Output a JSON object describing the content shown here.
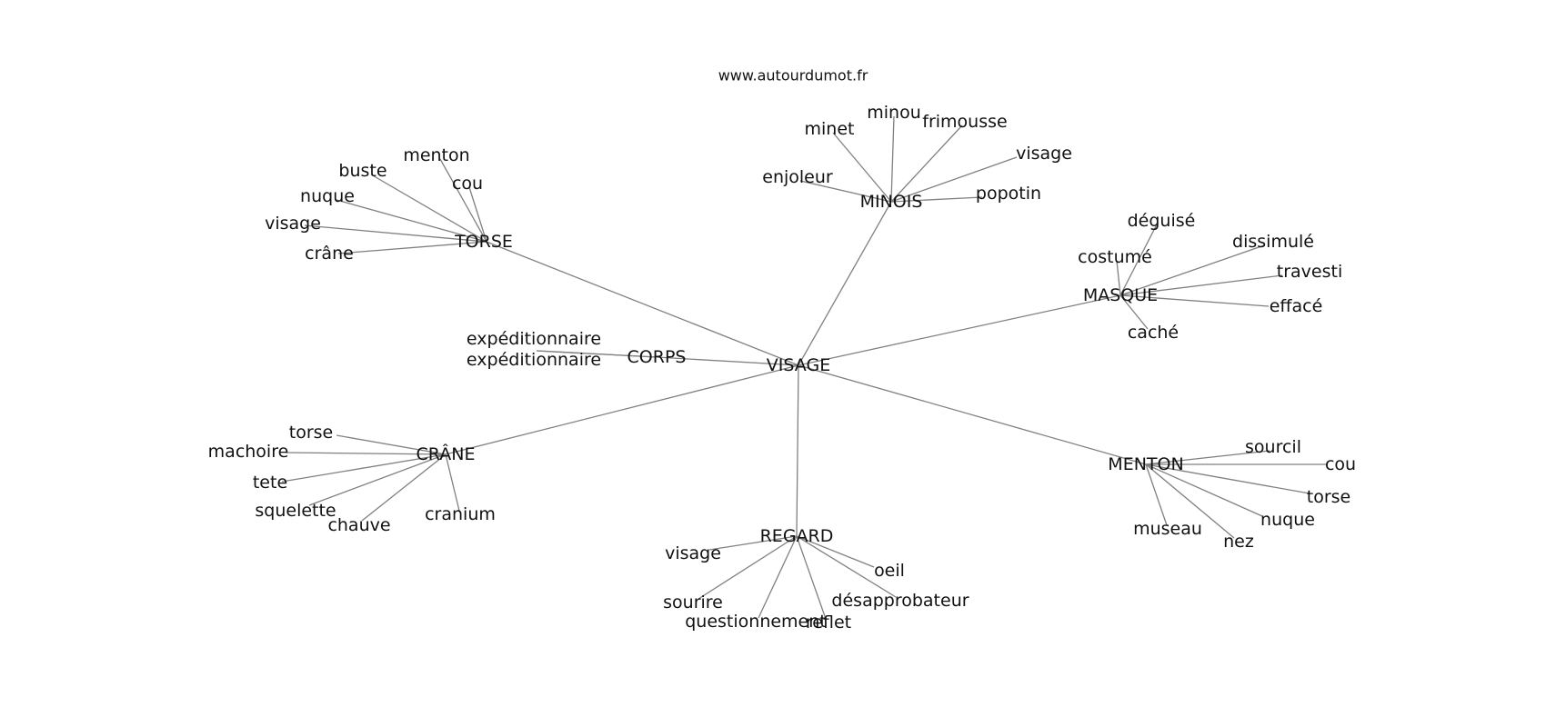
{
  "source": "www.autourdumot.fr",
  "center": "VISAGE",
  "clusters": [
    {
      "hub": "TORSE",
      "words": [
        "menton",
        "buste",
        "cou",
        "nuque",
        "visage",
        "crâne"
      ]
    },
    {
      "hub": "MINOIS",
      "words": [
        "minou",
        "minet",
        "frimousse",
        "visage",
        "enjoleur",
        "popotin"
      ]
    },
    {
      "hub": "MASQUE",
      "words": [
        "déguisé",
        "dissimulé",
        "costumé",
        "travesti",
        "effacé",
        "caché"
      ]
    },
    {
      "hub": "CORPS",
      "words": [
        "expéditionnaire",
        "expéditionnaire"
      ]
    },
    {
      "hub": "CRÂNE",
      "words": [
        "torse",
        "machoire",
        "tete",
        "squelette",
        "chauve",
        "cranium"
      ]
    },
    {
      "hub": "MENTON",
      "words": [
        "sourcil",
        "cou",
        "torse",
        "nuque",
        "museau",
        "nez"
      ]
    },
    {
      "hub": "REGARD",
      "words": [
        "visage",
        "oeil",
        "désapprobateur",
        "sourire",
        "questionnement",
        "reflet"
      ]
    }
  ]
}
